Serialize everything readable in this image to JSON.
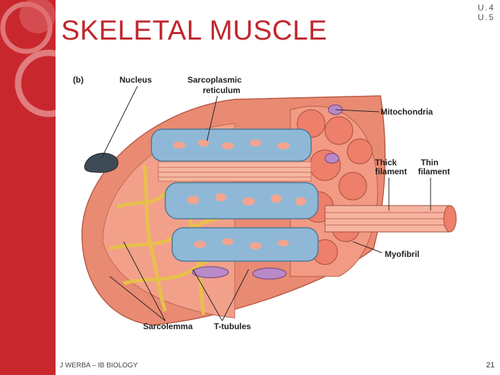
{
  "slide": {
    "title": "SKELETAL MUSCLE",
    "unit_refs": [
      "U.4",
      "U.5"
    ],
    "footer": "J WERBA – IB BIOLOGY",
    "page_number": "21"
  },
  "diagram": {
    "panel_label": "(b)",
    "labels": {
      "nucleus": "Nucleus",
      "sarcoplasmic_1": "Sarcoplasmic",
      "sarcoplasmic_2": "reticulum",
      "mitochondria": "Mitochondria",
      "thick_1": "Thick",
      "thick_2": "filament",
      "thin_1": "Thin",
      "thin_2": "filament",
      "myofibril": "Myofibril",
      "sarcolemma": "Sarcolemma",
      "t_tubules": "T-tubules"
    }
  },
  "colors": {
    "sidebar": "#c8282d",
    "title": "#c0272d",
    "fiber_outer": "#e98a72",
    "fiber_end": "#f0937d",
    "sr_blue": "#8fb8d6",
    "tubule_yellow": "#f2cf57",
    "mito_purple": "#b98ac7"
  }
}
